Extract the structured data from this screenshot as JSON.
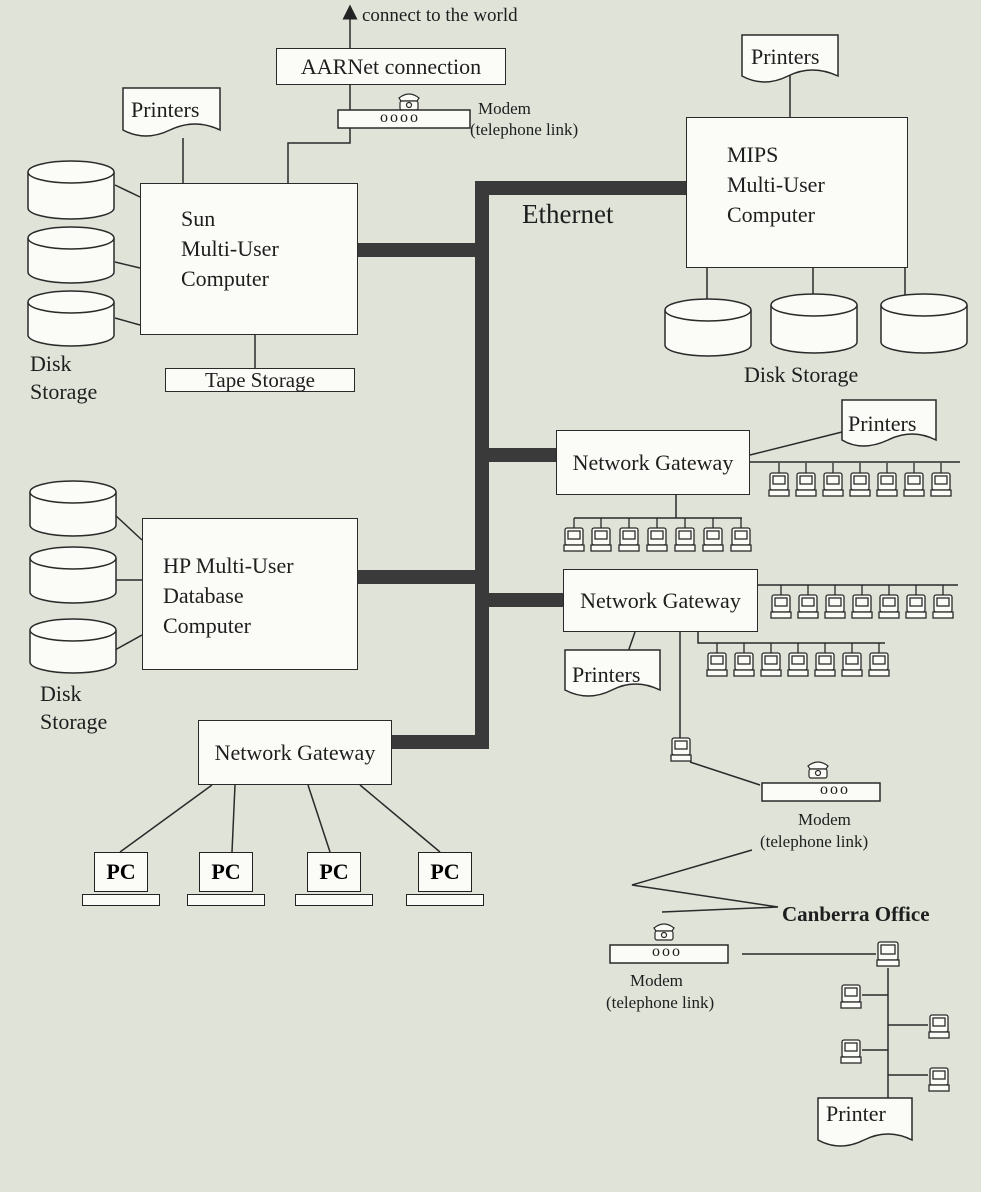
{
  "top_arrow_label": "connect to the world",
  "aarnet": "AARNet connection",
  "modem_top": {
    "title": "Modem",
    "subtitle": "(telephone link)",
    "keys": "oooo"
  },
  "printers_sun": "Printers",
  "printers_mips": "Printers",
  "printers_gw1": "Printers",
  "printers_gw2": "Printers",
  "sun": {
    "line1": "Sun",
    "line2": "Multi-User",
    "line3": "Computer"
  },
  "tape": "Tape Storage",
  "disk_sun": {
    "line1": "Disk",
    "line2": "Storage"
  },
  "ethernet": "Ethernet",
  "mips": {
    "line1": "MIPS",
    "line2": "Multi-User",
    "line3": "Computer"
  },
  "disk_mips": "Disk Storage",
  "gateway1": "Network Gateway",
  "gateway2": "Network Gateway",
  "gateway3": "Network Gateway",
  "hp": {
    "line1": "HP  Multi-User",
    "line2": "Database",
    "line3": "Computer"
  },
  "disk_hp": {
    "line1": "Disk",
    "line2": "Storage"
  },
  "pcs": [
    "PC",
    "PC",
    "PC",
    "PC"
  ],
  "modem_right": {
    "title": "Modem",
    "subtitle": "(telephone link)",
    "keys": "ooo"
  },
  "modem_left": {
    "title": "Modem",
    "subtitle": "(telephone link)",
    "keys": "ooo"
  },
  "canberra": "Canberra Office",
  "printer_canberra": "Printer"
}
